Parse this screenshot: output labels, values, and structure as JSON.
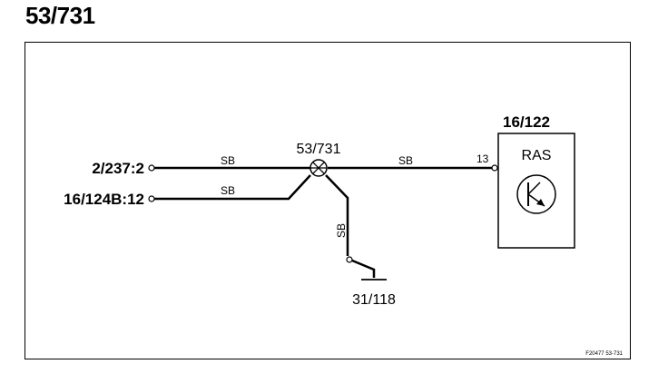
{
  "title": "53/731",
  "connectors": {
    "left_top": "2/237:2",
    "left_bottom": "16/124B:12",
    "ground": "31/118"
  },
  "splice": {
    "label": "53/731"
  },
  "wires": {
    "top_left": "SB",
    "bottom_left": "SB",
    "right": "SB",
    "down": "SB"
  },
  "component": {
    "id": "16/122",
    "name": "RAS",
    "pin": "13",
    "symbol": "transistor-icon"
  },
  "footer": {
    "ref": "F20477  53-731"
  },
  "colors": {
    "line": "#000000",
    "background": "#ffffff"
  }
}
